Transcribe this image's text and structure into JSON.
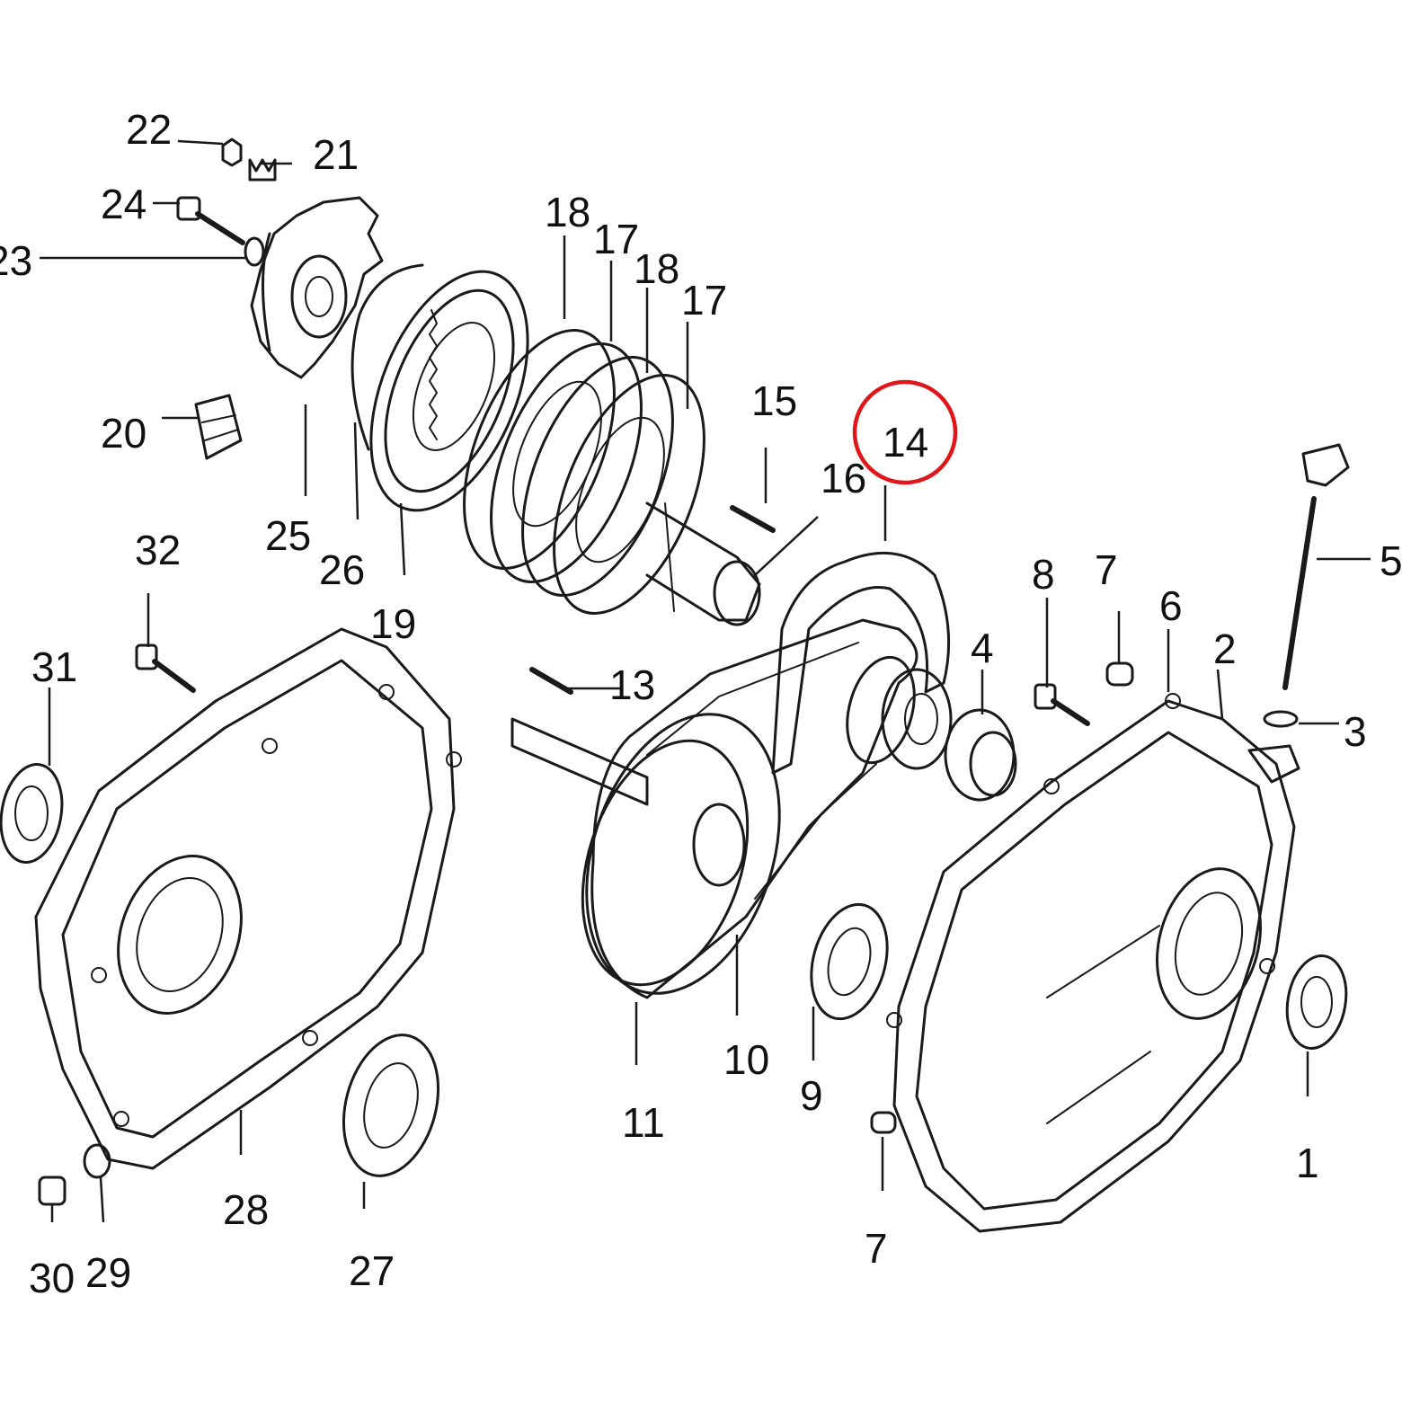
{
  "callouts": [
    {
      "id": "c22",
      "text": "22"
    },
    {
      "id": "c21",
      "text": "21"
    },
    {
      "id": "c24",
      "text": "24"
    },
    {
      "id": "c23",
      "text": "23"
    },
    {
      "id": "c20",
      "text": "20"
    },
    {
      "id": "c25",
      "text": "25"
    },
    {
      "id": "c26",
      "text": "26"
    },
    {
      "id": "c19",
      "text": "19"
    },
    {
      "id": "c18a",
      "text": "18"
    },
    {
      "id": "c17a",
      "text": "17"
    },
    {
      "id": "c18b",
      "text": "18"
    },
    {
      "id": "c17b",
      "text": "17"
    },
    {
      "id": "c15",
      "text": "15"
    },
    {
      "id": "c16",
      "text": "16"
    },
    {
      "id": "c14",
      "text": "14"
    },
    {
      "id": "c13",
      "text": "13"
    },
    {
      "id": "c32",
      "text": "32"
    },
    {
      "id": "c31",
      "text": "31"
    },
    {
      "id": "c8",
      "text": "8"
    },
    {
      "id": "c7a",
      "text": "7"
    },
    {
      "id": "c6",
      "text": "6"
    },
    {
      "id": "c5",
      "text": "5"
    },
    {
      "id": "c4",
      "text": "4"
    },
    {
      "id": "c2",
      "text": "2"
    },
    {
      "id": "c3",
      "text": "3"
    },
    {
      "id": "c11",
      "text": "11"
    },
    {
      "id": "c10",
      "text": "10"
    },
    {
      "id": "c9",
      "text": "9"
    },
    {
      "id": "c1",
      "text": "1"
    },
    {
      "id": "c7b",
      "text": "7"
    },
    {
      "id": "c28",
      "text": "28"
    },
    {
      "id": "c27",
      "text": "27"
    },
    {
      "id": "c30",
      "text": "30"
    },
    {
      "id": "c29",
      "text": "29"
    }
  ],
  "highlight": {
    "target": "14",
    "color": "#e0161b"
  }
}
